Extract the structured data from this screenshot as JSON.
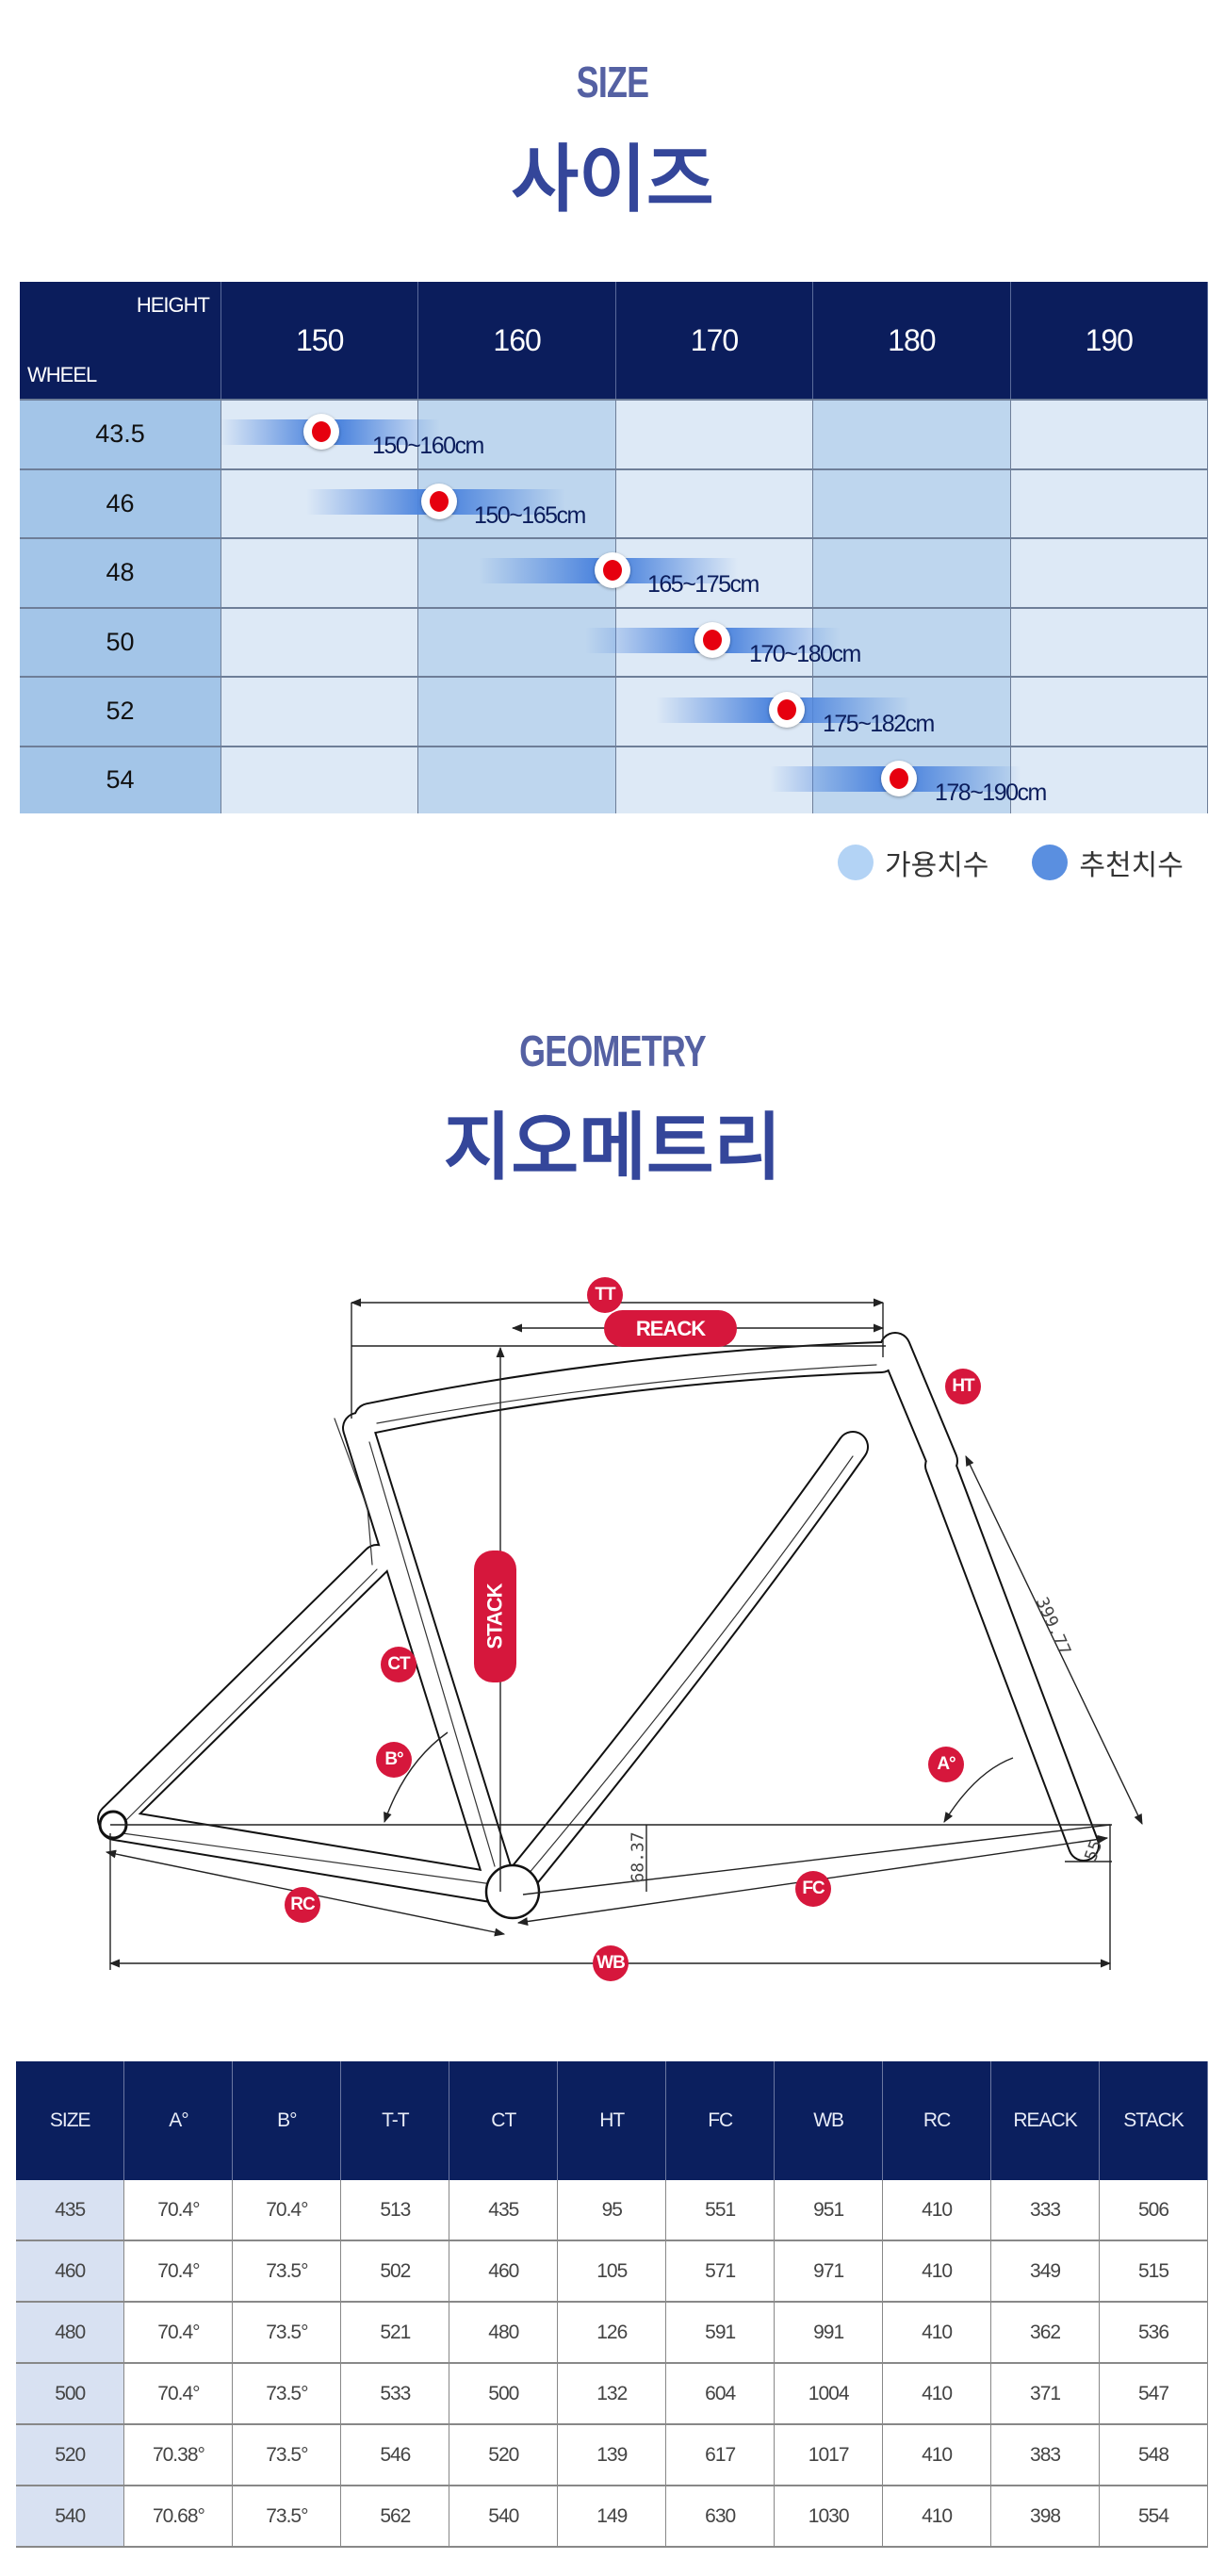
{
  "size_section": {
    "eyebrow": "SIZE",
    "title": "사이즈",
    "table": {
      "corner_top": "HEIGHT",
      "corner_bottom": "WHEEL",
      "heights": [
        "150",
        "160",
        "170",
        "180",
        "190"
      ],
      "rows": [
        {
          "wheel": "43.5",
          "range": "150~160cm"
        },
        {
          "wheel": "46",
          "range": "150~165cm"
        },
        {
          "wheel": "48",
          "range": "165~175cm"
        },
        {
          "wheel": "50",
          "range": "170~180cm"
        },
        {
          "wheel": "52",
          "range": "175~182cm"
        },
        {
          "wheel": "54",
          "range": "178~190cm"
        }
      ]
    },
    "legend": [
      {
        "label": "가용치수",
        "color": "#b3d3f5"
      },
      {
        "label": "추천치수",
        "color": "#5a8fe0"
      }
    ]
  },
  "geometry_section": {
    "eyebrow": "GEOMETRY",
    "title": "지오메트리",
    "diagram_labels": {
      "tt": "TT",
      "reack": "REACK",
      "ht": "HT",
      "stack": "STACK",
      "ct": "CT",
      "b_angle": "B°",
      "a_angle": "A°",
      "rc": "RC",
      "fc": "FC",
      "wb": "WB",
      "fork_length": "399.77",
      "bb_drop": "68.37",
      "fork_offset": "55"
    },
    "table": {
      "headers": [
        "SIZE",
        "A°",
        "B°",
        "T-T",
        "CT",
        "HT",
        "FC",
        "WB",
        "RC",
        "REACK",
        "STACK"
      ],
      "rows": [
        [
          "435",
          "70.4°",
          "70.4°",
          "513",
          "435",
          "95",
          "551",
          "951",
          "410",
          "333",
          "506"
        ],
        [
          "460",
          "70.4°",
          "73.5°",
          "502",
          "460",
          "105",
          "571",
          "971",
          "410",
          "349",
          "515"
        ],
        [
          "480",
          "70.4°",
          "73.5°",
          "521",
          "480",
          "126",
          "591",
          "991",
          "410",
          "362",
          "536"
        ],
        [
          "500",
          "70.4°",
          "73.5°",
          "533",
          "500",
          "132",
          "604",
          "1004",
          "410",
          "371",
          "547"
        ],
        [
          "520",
          "70.38°",
          "73.5°",
          "546",
          "520",
          "139",
          "617",
          "1017",
          "410",
          "383",
          "548"
        ],
        [
          "540",
          "70.68°",
          "73.5°",
          "562",
          "540",
          "149",
          "630",
          "1030",
          "410",
          "398",
          "554"
        ]
      ]
    }
  },
  "colors": {
    "navy": "#0b1d5c",
    "accent_red": "#d6173c"
  }
}
